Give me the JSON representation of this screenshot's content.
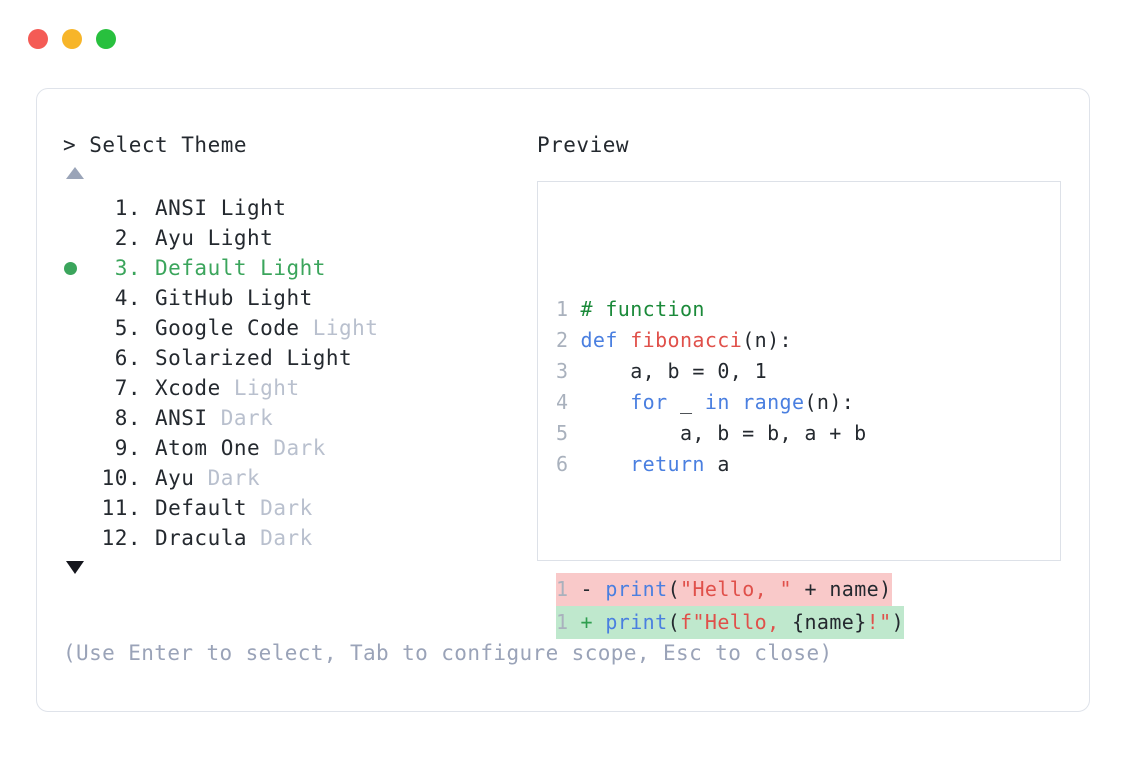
{
  "window": {
    "dots": [
      {
        "name": "close",
        "color": "#f45b55"
      },
      {
        "name": "minimize",
        "color": "#f7b529"
      },
      {
        "name": "maximize",
        "color": "#28c03e"
      }
    ]
  },
  "selector": {
    "prompt": "> Select Theme",
    "scroll_up_icon": "triangle-up",
    "scroll_down_icon": "triangle-down",
    "selected_index": 3,
    "selected_bullet": "●",
    "accent_color": "#3ba55c",
    "dim_color": "#b9c0ce",
    "items": [
      {
        "num": "1.",
        "name": "ANSI",
        "variant": "Light",
        "variant_dim": false,
        "selected": false
      },
      {
        "num": "2.",
        "name": "Ayu",
        "variant": "Light",
        "variant_dim": false,
        "selected": false
      },
      {
        "num": "3.",
        "name": "Default",
        "variant": "Light",
        "variant_dim": false,
        "selected": true
      },
      {
        "num": "4.",
        "name": "GitHub",
        "variant": "Light",
        "variant_dim": false,
        "selected": false
      },
      {
        "num": "5.",
        "name": "Google Code",
        "variant": "Light",
        "variant_dim": true,
        "selected": false
      },
      {
        "num": "6.",
        "name": "Solarized",
        "variant": "Light",
        "variant_dim": false,
        "selected": false
      },
      {
        "num": "7.",
        "name": "Xcode",
        "variant": "Light",
        "variant_dim": true,
        "selected": false
      },
      {
        "num": "8.",
        "name": "ANSI",
        "variant": "Dark",
        "variant_dim": true,
        "selected": false
      },
      {
        "num": "9.",
        "name": "Atom One",
        "variant": "Dark",
        "variant_dim": true,
        "selected": false
      },
      {
        "num": "10.",
        "name": "Ayu",
        "variant": "Dark",
        "variant_dim": true,
        "selected": false
      },
      {
        "num": "11.",
        "name": "Default",
        "variant": "Dark",
        "variant_dim": true,
        "selected": false
      },
      {
        "num": "12.",
        "name": "Dracula",
        "variant": "Dark",
        "variant_dim": true,
        "selected": false
      }
    ]
  },
  "preview": {
    "label": "Preview",
    "code_lines": [
      {
        "ln": "1",
        "tokens": [
          {
            "t": "# function",
            "c": "comment"
          }
        ]
      },
      {
        "ln": "2",
        "tokens": [
          {
            "t": "def ",
            "c": "kw"
          },
          {
            "t": "fibonacci",
            "c": "fn"
          },
          {
            "t": "(n):",
            "c": "plain"
          }
        ]
      },
      {
        "ln": "3",
        "tokens": [
          {
            "t": "    a, b = ",
            "c": "plain"
          },
          {
            "t": "0",
            "c": "num"
          },
          {
            "t": ", ",
            "c": "plain"
          },
          {
            "t": "1",
            "c": "num"
          }
        ]
      },
      {
        "ln": "4",
        "tokens": [
          {
            "t": "    ",
            "c": "plain"
          },
          {
            "t": "for",
            "c": "kw"
          },
          {
            "t": " _ ",
            "c": "plain"
          },
          {
            "t": "in",
            "c": "kw"
          },
          {
            "t": " ",
            "c": "plain"
          },
          {
            "t": "range",
            "c": "kw"
          },
          {
            "t": "(n):",
            "c": "plain"
          }
        ]
      },
      {
        "ln": "5",
        "tokens": [
          {
            "t": "        a, b = b, a + b",
            "c": "plain"
          }
        ]
      },
      {
        "ln": "6",
        "tokens": [
          {
            "t": "    ",
            "c": "plain"
          },
          {
            "t": "return",
            "c": "kw"
          },
          {
            "t": " a",
            "c": "plain"
          }
        ]
      }
    ],
    "diff_lines": [
      {
        "ln": "1",
        "kind": "del",
        "marker": "-",
        "tokens": [
          {
            "t": "print",
            "c": "kw"
          },
          {
            "t": "(",
            "c": "plain"
          },
          {
            "t": "\"Hello, \"",
            "c": "str"
          },
          {
            "t": " + name)",
            "c": "plain"
          }
        ]
      },
      {
        "ln": "1",
        "kind": "add",
        "marker": "+",
        "tokens": [
          {
            "t": "print",
            "c": "kw"
          },
          {
            "t": "(",
            "c": "plain"
          },
          {
            "t": "f\"Hello, ",
            "c": "str"
          },
          {
            "t": "{name}",
            "c": "plain"
          },
          {
            "t": "!\"",
            "c": "str"
          },
          {
            "t": ")",
            "c": "plain"
          }
        ]
      }
    ],
    "diff_del_bg": "#f9c9c9",
    "diff_add_bg": "#bfe8cd"
  },
  "footer": {
    "hint": "(Use Enter to select, Tab to configure scope, Esc to close)"
  }
}
